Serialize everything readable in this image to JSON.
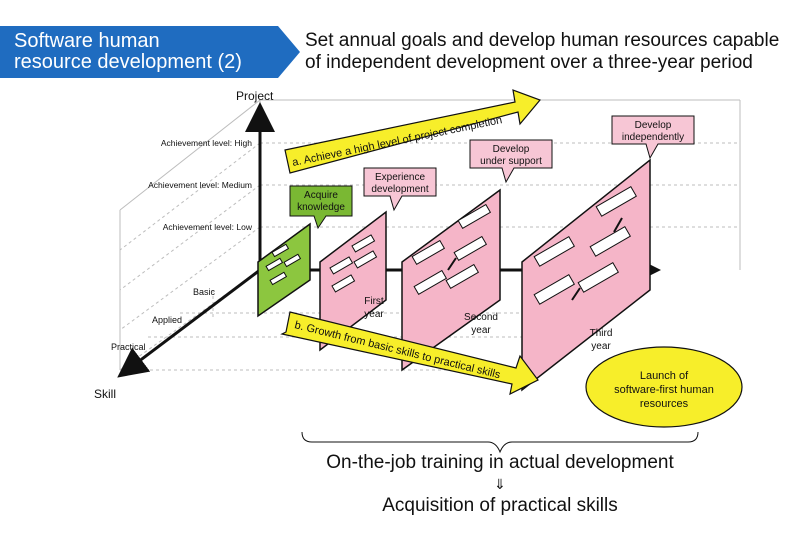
{
  "banner": {
    "title_line1": "Software human",
    "title_line2": "resource development (2)"
  },
  "header": {
    "line1": "Set annual goals and develop human resources capable",
    "line2": "of independent development over a three-year period"
  },
  "axes": {
    "vertical_label": "Project",
    "depth_label": "Skill",
    "achievement_levels": [
      "Achievement level: High",
      "Achievement level: Medium",
      "Achievement level: Low"
    ],
    "skill_levels": [
      "Basic",
      "Applied",
      "Practical"
    ]
  },
  "arrows": {
    "a": "a. Achieve a high level of project completion",
    "b": "b. Growth from basic skills to practical skills"
  },
  "stages": [
    {
      "callout": [
        "Acquire",
        "knowledge"
      ],
      "year": []
    },
    {
      "callout": [
        "Experience",
        "development"
      ],
      "year": [
        "First",
        "year"
      ]
    },
    {
      "callout": [
        "Develop",
        "under support"
      ],
      "year": [
        "Second",
        "year"
      ]
    },
    {
      "callout": [
        "Develop",
        "independently"
      ],
      "year": [
        "Third",
        "year"
      ]
    }
  ],
  "launch": [
    "Launch of",
    "software-first human",
    "resources"
  ],
  "bottom": {
    "line1": "On-the-job training in actual development",
    "arrow": "⇓",
    "line2": "Acquisition of practical skills"
  },
  "colors": {
    "banner_blue": "#1f6cc0",
    "arrow_yellow": "#f7ee2a",
    "panel_pink": "#f5b5c8",
    "callout_pink": "#f7c6d5",
    "green": "#8cc63f",
    "callout_green": "#7ab833"
  }
}
